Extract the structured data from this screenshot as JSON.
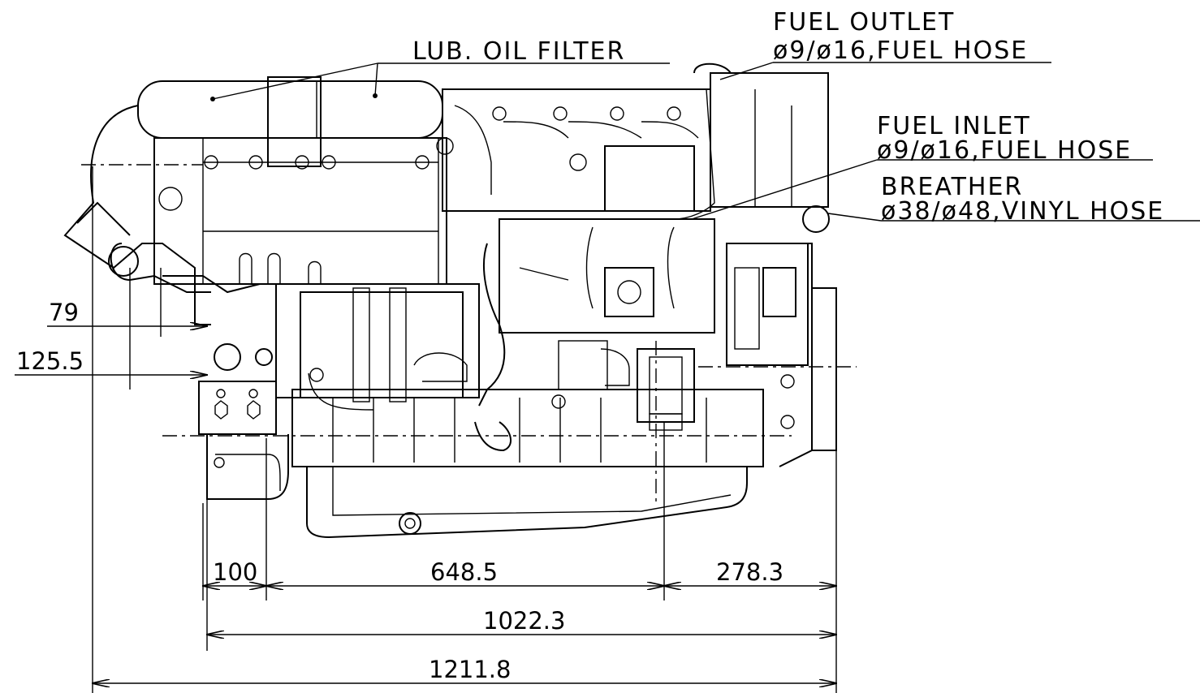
{
  "callouts": {
    "lub_oil_filter": "LUB. OIL FILTER",
    "fuel_outlet": {
      "title": "FUEL OUTLET",
      "spec": "ø9/ø16,FUEL HOSE"
    },
    "fuel_inlet": {
      "title": "FUEL INLET",
      "spec": "ø9/ø16,FUEL HOSE"
    },
    "breather": {
      "title": "BREATHER",
      "spec": "ø38/ø48,VINYL HOSE"
    }
  },
  "dimensions": {
    "d79": "79",
    "d125_5": "125.5",
    "d100": "100",
    "d648_5": "648.5",
    "d278_3": "278.3",
    "d1022_3": "1022.3",
    "d1211_8": "1211.8"
  }
}
